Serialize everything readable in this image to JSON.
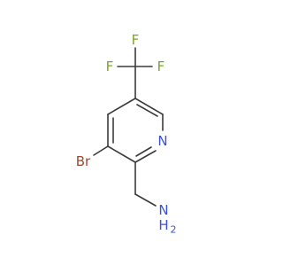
{
  "molecule": {
    "atoms": {
      "F_top": "F",
      "F_left": "F",
      "F_right": "F",
      "N_ring": "N",
      "Br": "Br",
      "N_amine": "N",
      "H_amine_1": "H",
      "H_amine_2": "2"
    },
    "colors": {
      "bond": "#3b3b3b",
      "fluorine": "#7aa52a",
      "nitrogen": "#3a52d9",
      "bromine": "#9a4b2f"
    }
  }
}
